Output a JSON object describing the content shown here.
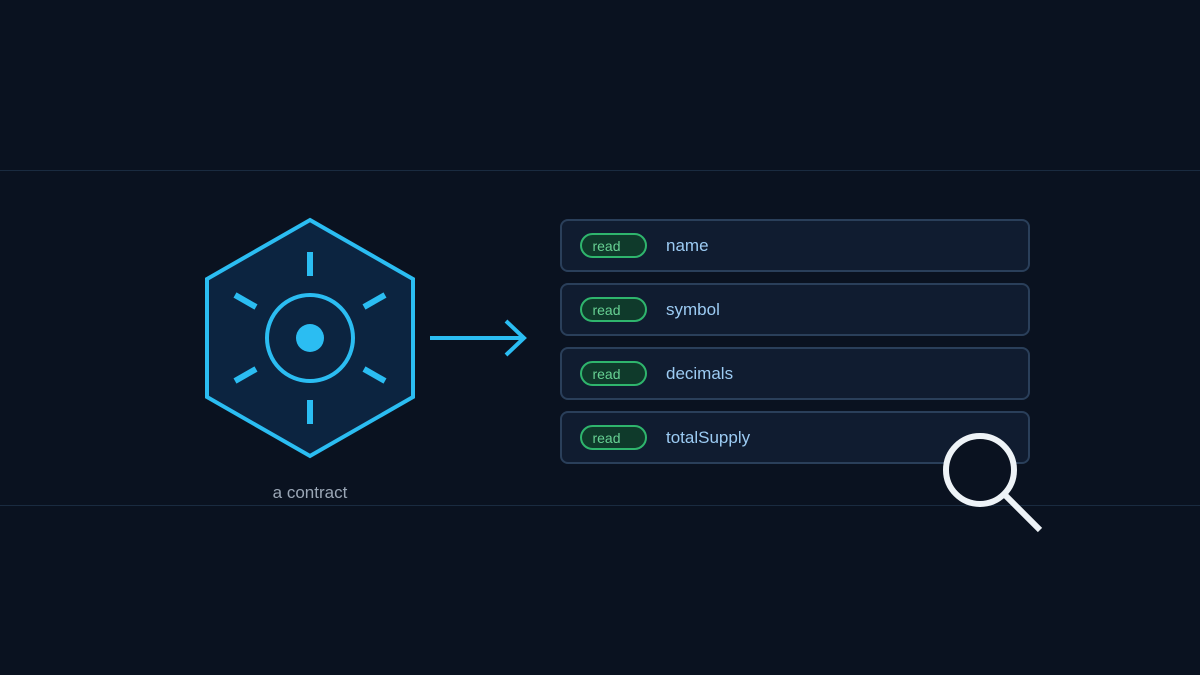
{
  "contract": {
    "caption": "a contract",
    "icon": "contract-gear-hexagon",
    "color": "#2bbdf2"
  },
  "functions": [
    {
      "badge": "read",
      "name": "name"
    },
    {
      "badge": "read",
      "name": "symbol"
    },
    {
      "badge": "read",
      "name": "decimals"
    },
    {
      "badge": "read",
      "name": "totalSupply"
    }
  ],
  "colors": {
    "background": "#0a1220",
    "accent": "#2bbdf2",
    "read_badge": "#2fb56d",
    "function_text": "#9ccbf3"
  },
  "icons": {
    "arrow": "arrow-right-icon",
    "search": "magnifier-icon"
  }
}
